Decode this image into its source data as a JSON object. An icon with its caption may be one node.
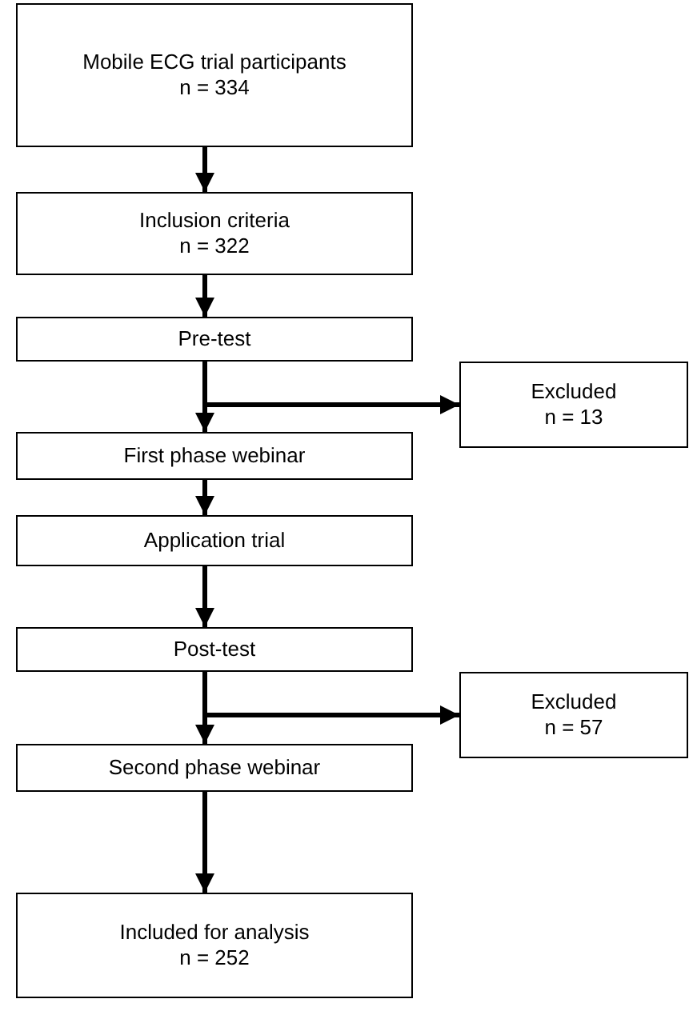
{
  "diagram": {
    "nodes": [
      {
        "text": [
          "Mobile ECG trial participants",
          "n = 334"
        ]
      },
      {
        "text": [
          "Inclusion criteria",
          "n = 322"
        ]
      },
      {
        "text": [
          "Pre-test"
        ]
      },
      {
        "text": [
          "Excluded",
          "n = 13"
        ]
      },
      {
        "text": [
          "First phase webinar"
        ]
      },
      {
        "text": [
          "Application trial"
        ]
      },
      {
        "text": [
          "Post-test"
        ]
      },
      {
        "text": [
          "Excluded",
          "n = 57"
        ]
      },
      {
        "text": [
          "Second phase webinar"
        ]
      },
      {
        "text": [
          "Included for analysis",
          "n = 252"
        ]
      }
    ],
    "edges": [
      {
        "from": 0,
        "to": 1,
        "arrow": "to"
      },
      {
        "from": 1,
        "to": 2,
        "arrow": "to"
      },
      {
        "from": 2,
        "to": 3,
        "arrow": "to"
      },
      {
        "from": 2,
        "to": 4,
        "arrow": "to"
      },
      {
        "from": 4,
        "to": 5,
        "arrow": "to"
      },
      {
        "from": 5,
        "to": 6,
        "arrow": "to"
      },
      {
        "from": 6,
        "to": 7,
        "arrow": "to"
      },
      {
        "from": 6,
        "to": 8,
        "arrow": "to"
      },
      {
        "from": 8,
        "to": 9,
        "arrow": "to"
      }
    ]
  }
}
